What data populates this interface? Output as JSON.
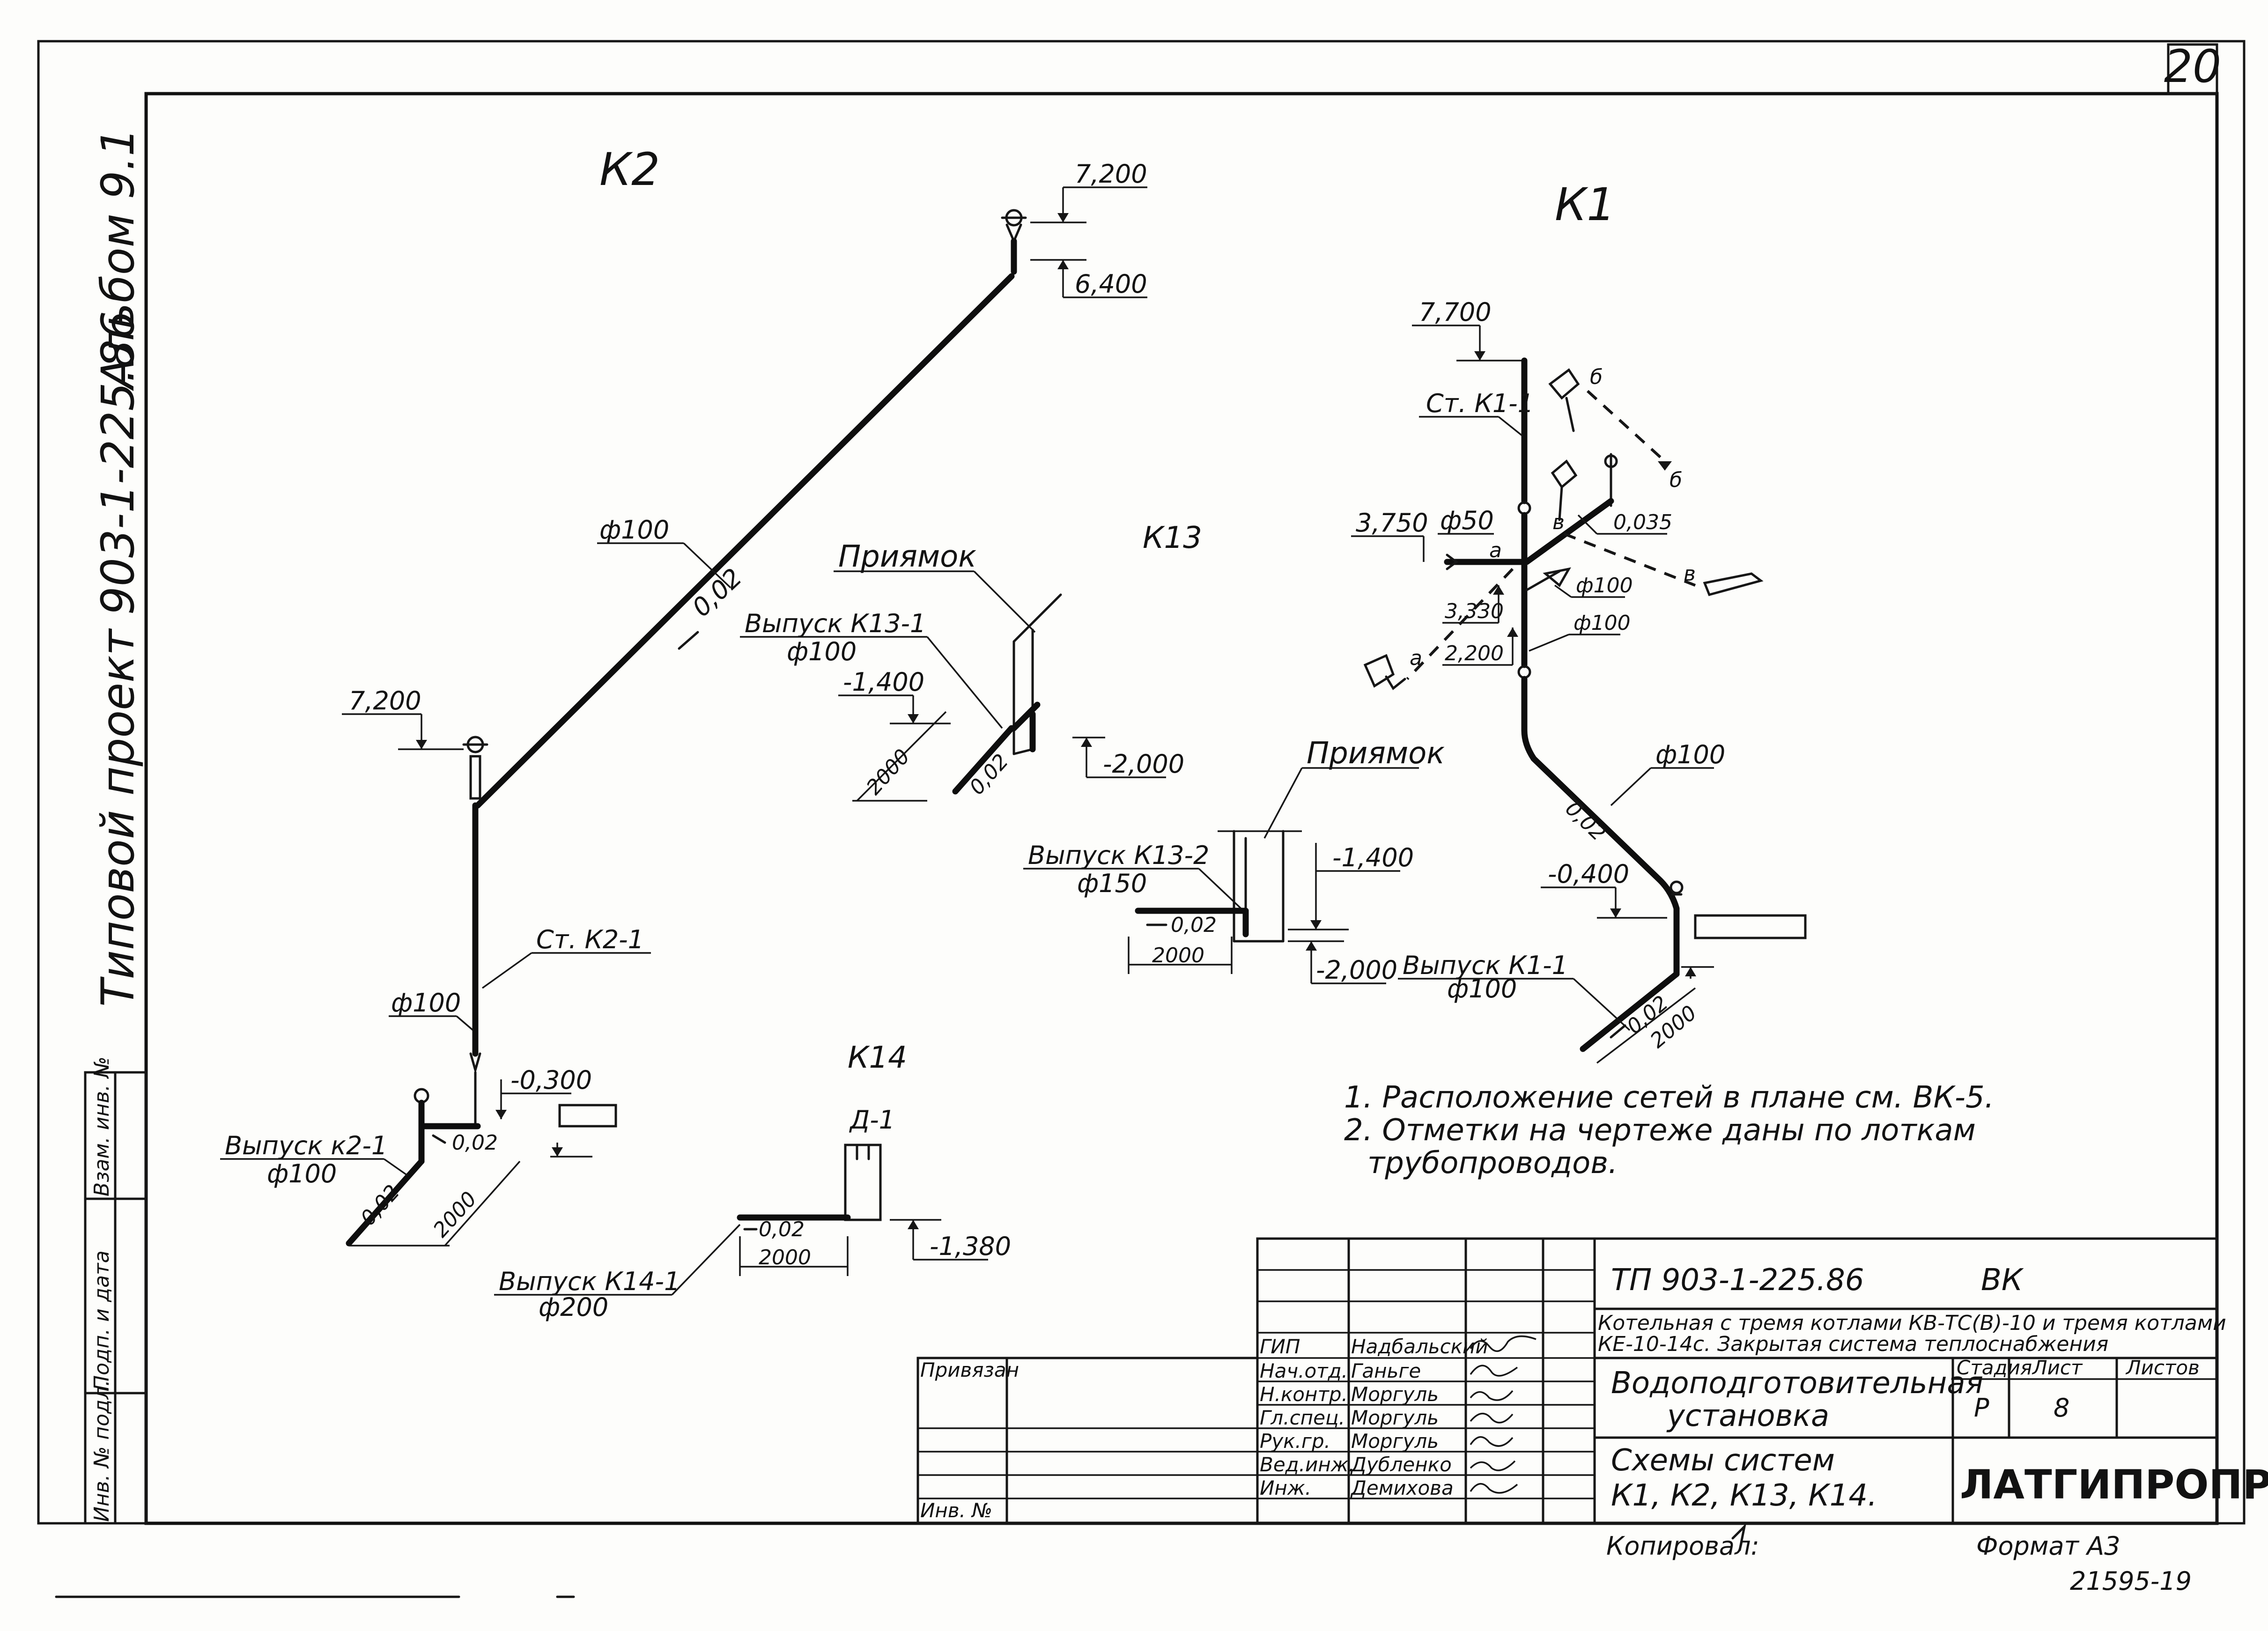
{
  "sheet_number": "20",
  "side_labels": {
    "project": "Типовой проект 903-1-225.86",
    "album": "Альбом 9.1"
  },
  "left_strip": [
    "Инв. № подл.",
    "Подп. и дата",
    "Взам. инв. №"
  ],
  "k2": {
    "title": "К2",
    "elev_top": "7,200",
    "elev_upper": "6,400",
    "diam_slope": "ф100",
    "slope": "0,02",
    "elev_left": "7,200",
    "riser": "Ст. К2-1",
    "riser_diam": "ф100",
    "elev_bottom": "-0,300",
    "outlet": "Выпуск к2-1",
    "outlet_diam": "ф100",
    "slope_low": "0,02",
    "slope_low2": "0,02",
    "len": "2000"
  },
  "k13": {
    "title": "К13",
    "pit1": "Приямок",
    "outlet1": "Выпуск К13-1",
    "outlet1_diam": "ф100",
    "elev1": "-1,400",
    "len1": "2000",
    "slope1": "0,02",
    "elev2": "-2,000",
    "pit2": "Приямок",
    "outlet2": "Выпуск К13-2",
    "outlet2_diam": "ф150",
    "slope2": "0,02",
    "len2": "2000",
    "elev3": "-1,400",
    "elev4": "-2,000"
  },
  "k14": {
    "title": "К14",
    "tag": "Д-1",
    "outlet": "Выпуск К14-1",
    "outlet_diam": "ф200",
    "slope": "0,02",
    "len": "2000",
    "elev": "-1,380"
  },
  "k1": {
    "title": "К1",
    "elev_top": "7,700",
    "riser": "Ст. К1-1",
    "elev_3750": "3,750",
    "diam50": "ф50",
    "mark_a": "а",
    "mark_b": "б",
    "mark_b2": "б",
    "mark_v": "в",
    "mark_v2": "в",
    "mark_a2": "а",
    "elev_035": "0,035",
    "elev_3330": "3,330",
    "elev_2200": "2,200",
    "diam100a": "ф100",
    "diam100b": "ф100",
    "diam100c": "ф100",
    "slope": "0,02",
    "elev_m400": "-0,400",
    "outlet": "Выпуск К1-1",
    "outlet_diam": "ф100",
    "slope2": "0,02",
    "len": "2000"
  },
  "notes": {
    "n1": "1. Расположение сетей в плане см. ВК-5.",
    "n2a": "2. Отметки на чертеже даны по лоткам",
    "n2b": "трубопроводов."
  },
  "title_block": {
    "doc_code": "ТП 903-1-225.86",
    "mark": "ВК",
    "object_line1": "Котельная с тремя котлами КВ-ТС(В)-10 и тремя котлами",
    "object_line2": "КЕ-10-14с. Закрытая система теплоснабжения",
    "sheet_title1": "Водоподготовительная",
    "sheet_title2": "установка",
    "drawing_title1": "Схемы систем",
    "drawing_title2": "К1, К2, К13, К14.",
    "stage_h": "Стадия",
    "sheet_h": "Лист",
    "sheets_h": "Листов",
    "stage": "Р",
    "sheet": "8",
    "org": "ЛАТГИПРОПРОМ",
    "linked": "Привязан",
    "inv": "Инв. №",
    "roles": [
      "ГИП",
      "Нач.отд.",
      "Н.контр.",
      "Гл.спец.",
      "Рук.гр.",
      "Вед.инж.",
      "Инж."
    ],
    "names": [
      "Надбальский",
      "Ганьге",
      "Моргуль",
      "Моргуль",
      "Моргуль",
      "Дубленко",
      "Демихова"
    ],
    "copied": "Копировал:",
    "format": "Формат А3",
    "stamp": "21595-19"
  }
}
